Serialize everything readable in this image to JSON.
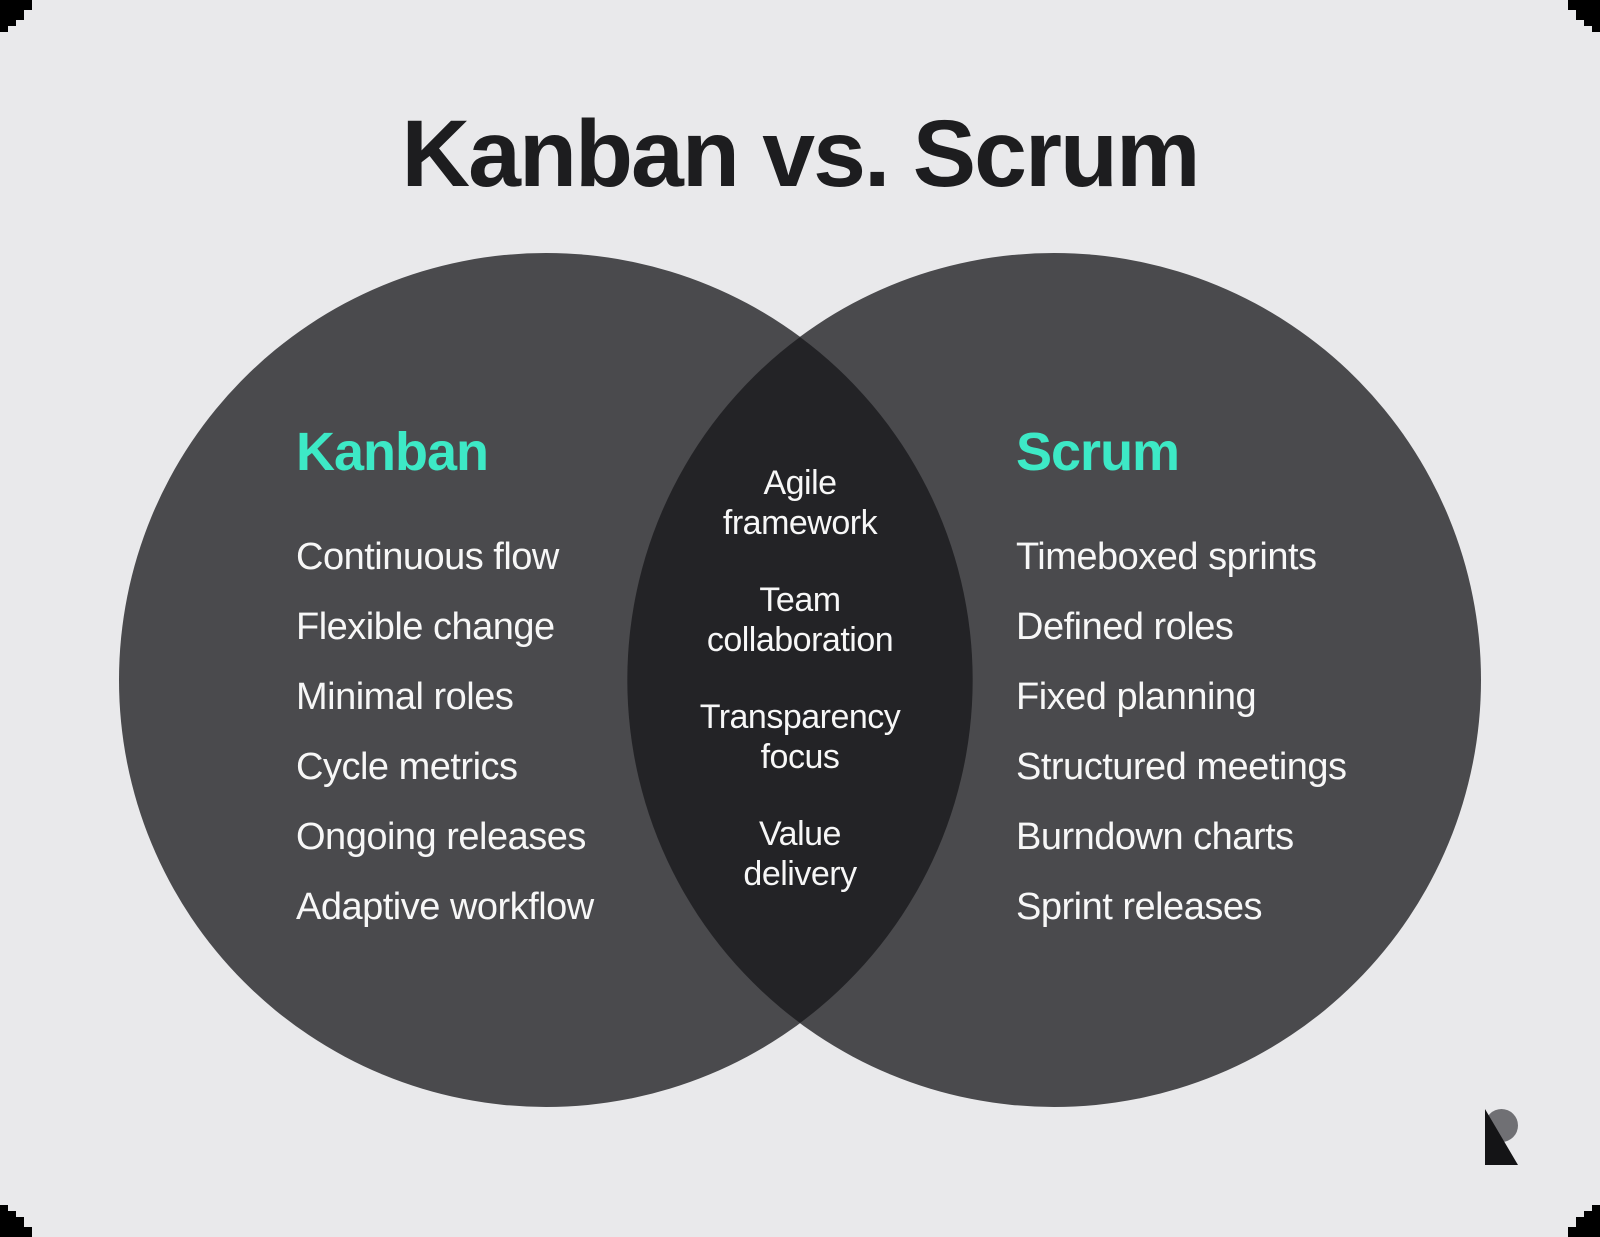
{
  "title": "Kanban vs. Scrum",
  "colors": {
    "background": "#E9E9EB",
    "frame": "#000000",
    "circle": "#4A4A4D",
    "overlap": "#232326",
    "accent": "#3DE9C6",
    "title_text": "#1D1D1F",
    "body_text": "#F7F7F7",
    "logo_gray": "#707074",
    "logo_black": "#141416"
  },
  "venn": {
    "left": {
      "heading": "Kanban",
      "items": [
        "Continuous flow",
        "Flexible change",
        "Minimal roles",
        "Cycle metrics",
        "Ongoing releases",
        "Adaptive workflow"
      ]
    },
    "middle": {
      "items": [
        {
          "line1": "Agile",
          "line2": "framework"
        },
        {
          "line1": "Team",
          "line2": "collaboration"
        },
        {
          "line1": "Transparency",
          "line2": "focus"
        },
        {
          "line1": "Value",
          "line2": "delivery"
        }
      ]
    },
    "right": {
      "heading": "Scrum",
      "items": [
        "Timeboxed sprints",
        "Defined roles",
        "Fixed planning",
        "Structured meetings",
        "Burndown charts",
        "Sprint releases"
      ]
    }
  },
  "logo": {
    "icon": "r-logo"
  }
}
